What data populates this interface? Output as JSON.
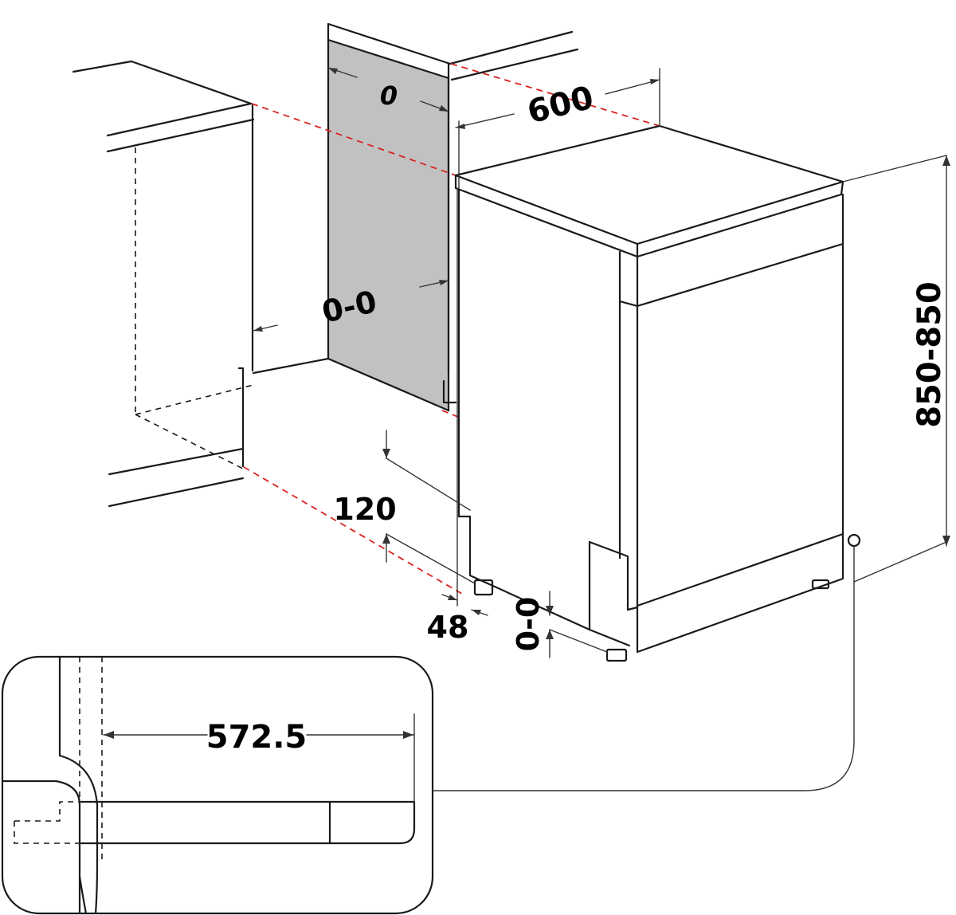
{
  "colors": {
    "line": "#1a1a1a",
    "alignment_guide": "#d9231f",
    "side_panel": "#c1c1c1",
    "background": "#ffffff"
  },
  "dimensions": {
    "side_gap": "0",
    "width": "600",
    "panel_gap": "0-0",
    "height": "850-850",
    "plinth_height": "120",
    "plinth_depth": "48",
    "foot_adjust": "0-0",
    "detail_width": "572.5"
  },
  "icons": {
    "detail_callout": "circle-marker-icon"
  }
}
